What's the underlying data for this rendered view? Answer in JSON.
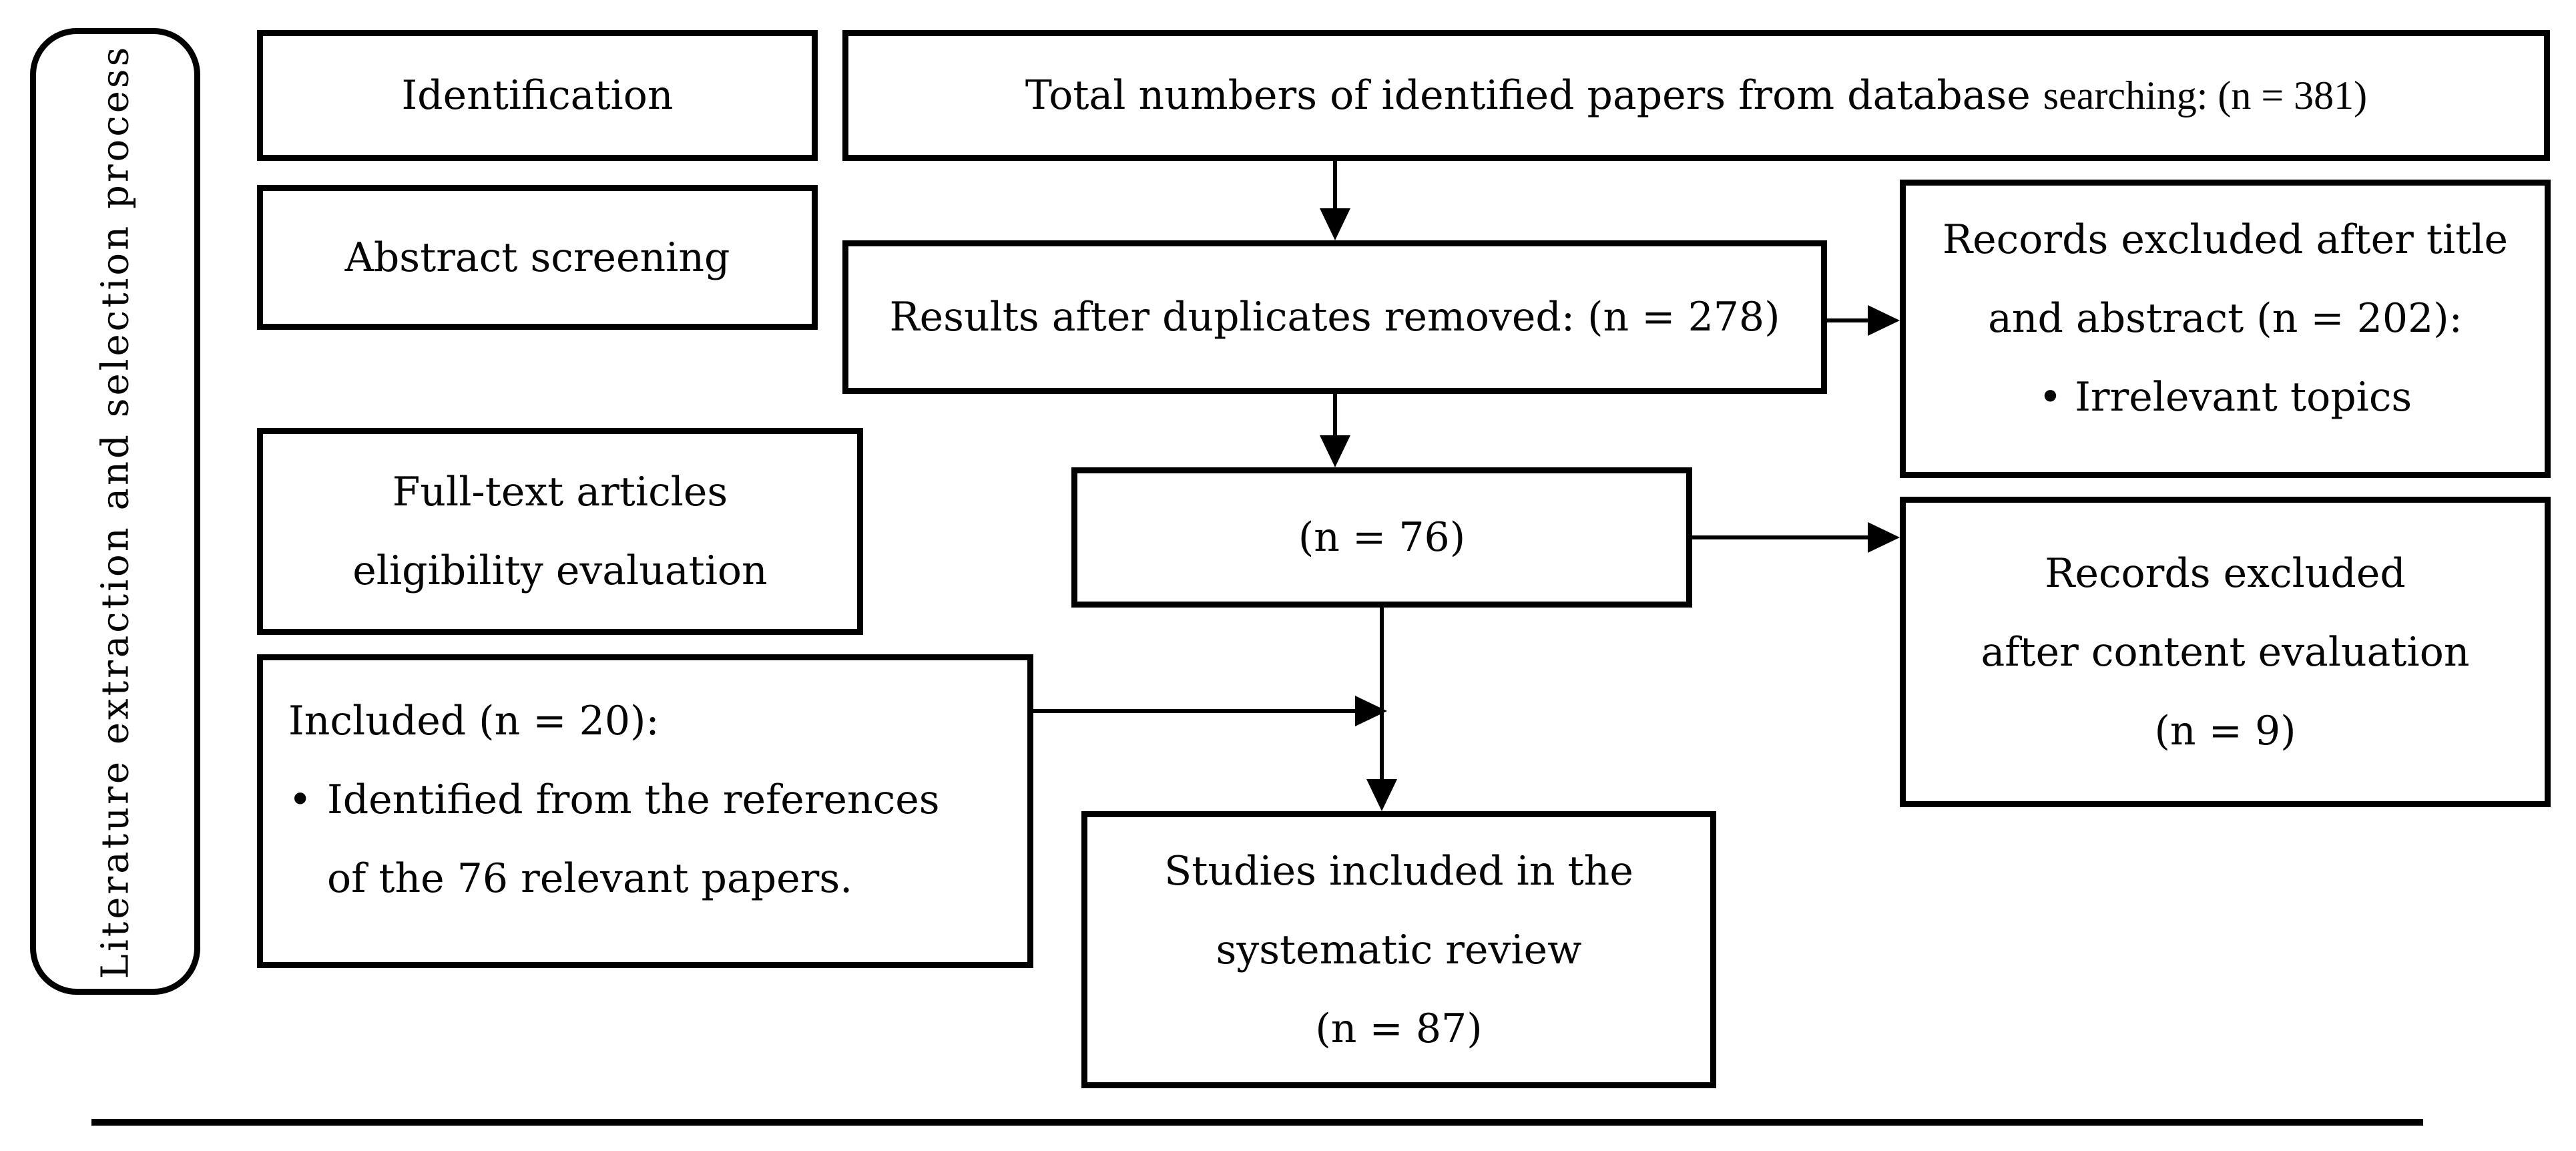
{
  "colors": {
    "ink": "#000000",
    "background": "#ffffff"
  },
  "sidebar": {
    "label": "Literature extraction and selection process"
  },
  "stages": {
    "identification": "Identification",
    "abstract_screening": "Abstract screening",
    "full_text": {
      "line1": "Full-text articles",
      "line2": "eligibility evaluation"
    }
  },
  "flow": {
    "total": {
      "main": "Total numbers of identified papers from database ",
      "alt": "searching: (n = 381)"
    },
    "duplicates": {
      "text": "Results after duplicates removed: (n = 278)"
    },
    "excluded_title": {
      "line1": "Records excluded after title",
      "line2": "and abstract (n = 202):",
      "bullet": "•",
      "bullet_text": "Irrelevant topics"
    },
    "n76": {
      "text": "(n = 76)"
    },
    "excluded_content": {
      "line1": "Records excluded",
      "line2": "after content evaluation",
      "line3": "(n = 9)"
    },
    "included": {
      "title": "Included (n = 20):",
      "bullet": "•",
      "bullet_text": "Identified from the references",
      "bullet_text2": "of the 76 relevant papers."
    },
    "studies": {
      "line1": "Studies included in the",
      "line2": "systematic review",
      "line3": "(n = 87)"
    }
  }
}
